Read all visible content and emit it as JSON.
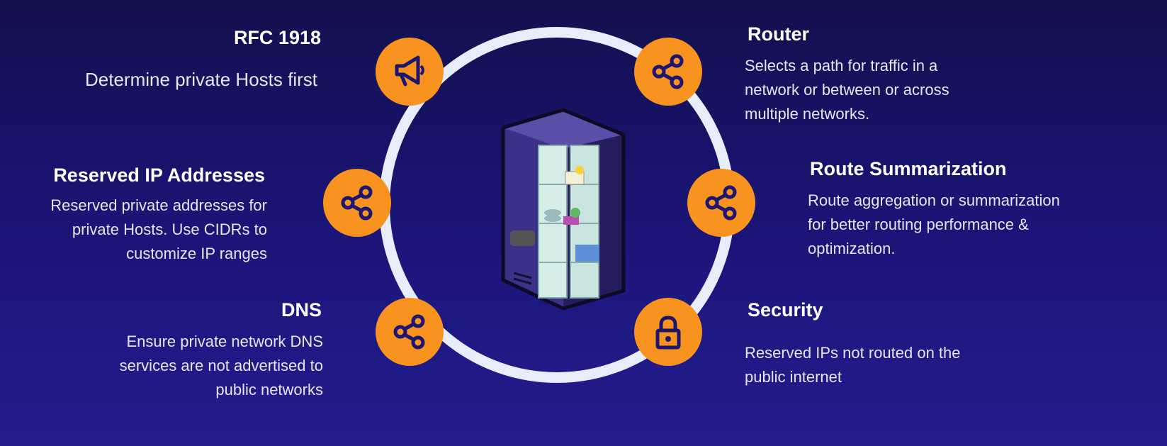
{
  "items": [
    {
      "title": "RFC 1918",
      "desc": "Determine private Hosts first",
      "icon": "megaphone-icon"
    },
    {
      "title": "Reserved IP Addresses",
      "desc": "Reserved private addresses for\nprivate Hosts.  Use CIDRs to\ncustomize IP ranges",
      "icon": "share-icon"
    },
    {
      "title": "DNS",
      "desc": "Ensure private network DNS\nservices are not  advertised to\npublic networks",
      "icon": "share-icon"
    },
    {
      "title": "Router",
      "desc": "Selects a path for traffic in a\nnetwork or between or across\nmultiple networks.",
      "icon": "share-icon"
    },
    {
      "title": "Route Summarization",
      "desc": "Route aggregation or summarization\nfor better routing performance &\noptimization.",
      "icon": "share-icon"
    },
    {
      "title": "Security",
      "desc": "Reserved IPs not routed on the\npublic internet",
      "icon": "lock-icon"
    }
  ],
  "center": {
    "icon": "server-icon"
  },
  "colors": {
    "background": "#1b157a",
    "accent": "#f7931e",
    "ring": "#e8edfb",
    "icon": "#1c1670"
  }
}
